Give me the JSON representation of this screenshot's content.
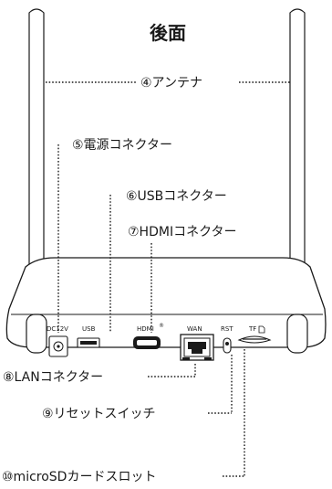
{
  "title": "後面",
  "callouts": {
    "antenna": "④アンテナ",
    "power": "⑤電源コネクター",
    "usb": "⑥USBコネクター",
    "hdmi": "⑦HDMIコネクター",
    "lan": "⑧LANコネクター",
    "reset": "⑨リセットスイッチ",
    "microsd": "⑩microSDカードスロット"
  },
  "port_labels": {
    "dc": "DC12V",
    "usb": "USB",
    "hdmi": "HDMI",
    "wan": "WAN",
    "rst": "RST",
    "tf": "TF"
  },
  "hdmi_mark": "®",
  "colors": {
    "body_fill": "#ffffff",
    "outline": "#1a1a1a",
    "leader": "#1a1a1a"
  }
}
